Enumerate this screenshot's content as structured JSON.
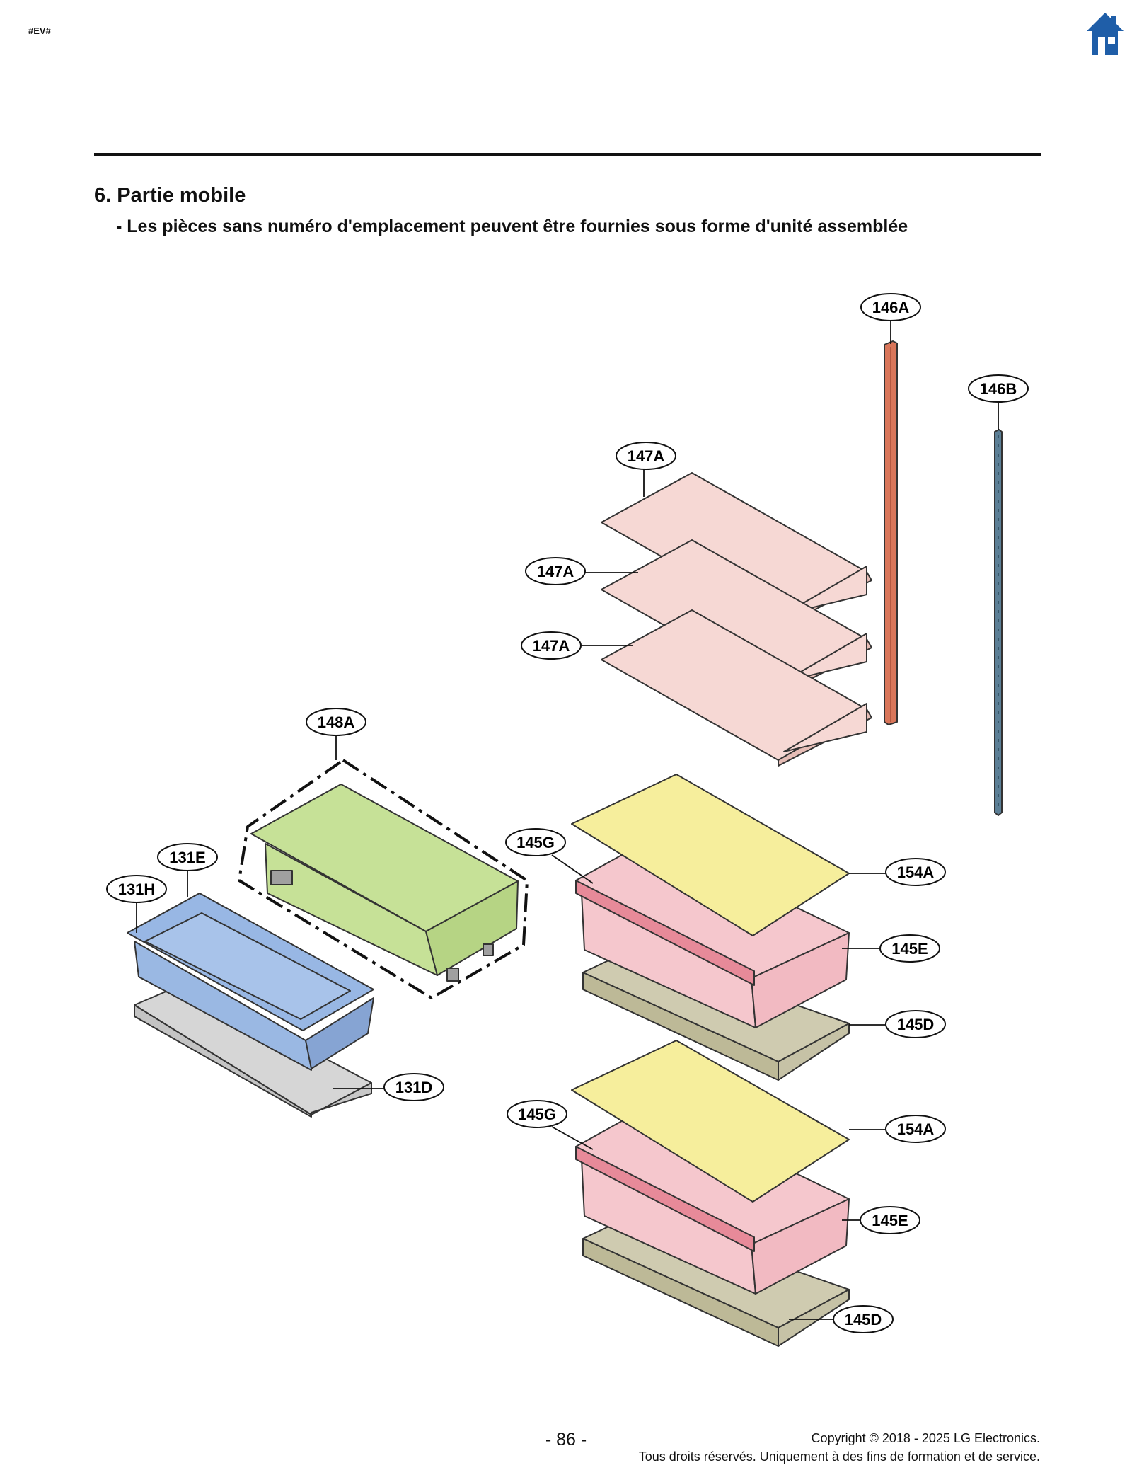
{
  "header": {
    "tag": "#EV#",
    "home_icon": "home-icon",
    "accent_color": "#1f5ea8"
  },
  "section": {
    "title": "6. Partie mobile",
    "subtitle": "- Les pièces sans numéro d'emplacement peuvent être fournies sous forme d'unité assemblée"
  },
  "diagram": {
    "callouts": [
      {
        "id": "c146A",
        "label": "146A"
      },
      {
        "id": "c146B",
        "label": "146B"
      },
      {
        "id": "c147A1",
        "label": "147A"
      },
      {
        "id": "c147A2",
        "label": "147A"
      },
      {
        "id": "c147A3",
        "label": "147A"
      },
      {
        "id": "c148A",
        "label": "148A"
      },
      {
        "id": "c131E",
        "label": "131E"
      },
      {
        "id": "c131H",
        "label": "131H"
      },
      {
        "id": "c131D",
        "label": "131D"
      },
      {
        "id": "c145G1",
        "label": "145G"
      },
      {
        "id": "c154A1",
        "label": "154A"
      },
      {
        "id": "c145E1",
        "label": "145E"
      },
      {
        "id": "c145D1",
        "label": "145D"
      },
      {
        "id": "c145G2",
        "label": "145G"
      },
      {
        "id": "c154A2",
        "label": "154A"
      },
      {
        "id": "c145E2",
        "label": "145E"
      },
      {
        "id": "c145D2",
        "label": "145D"
      }
    ],
    "colors": {
      "shelf": "#f6d8d4",
      "rail_left": "#d9765a",
      "rail_right": "#5c7f96",
      "cover": "#f6ee9c",
      "drawer": "#f5c7cd",
      "drawer_trim": "#e78a99",
      "tray": "#cfcbb0",
      "tray_gray": "#d6d6d6",
      "box_green": "#c6e197",
      "bin_blue": "#98b7e4"
    }
  },
  "footer": {
    "page": "- 86 -",
    "copyright": "Copyright © 2018 - 2025 LG Electronics.",
    "rights": "Tous droits réservés. Uniquement à des fins de formation et de service."
  }
}
